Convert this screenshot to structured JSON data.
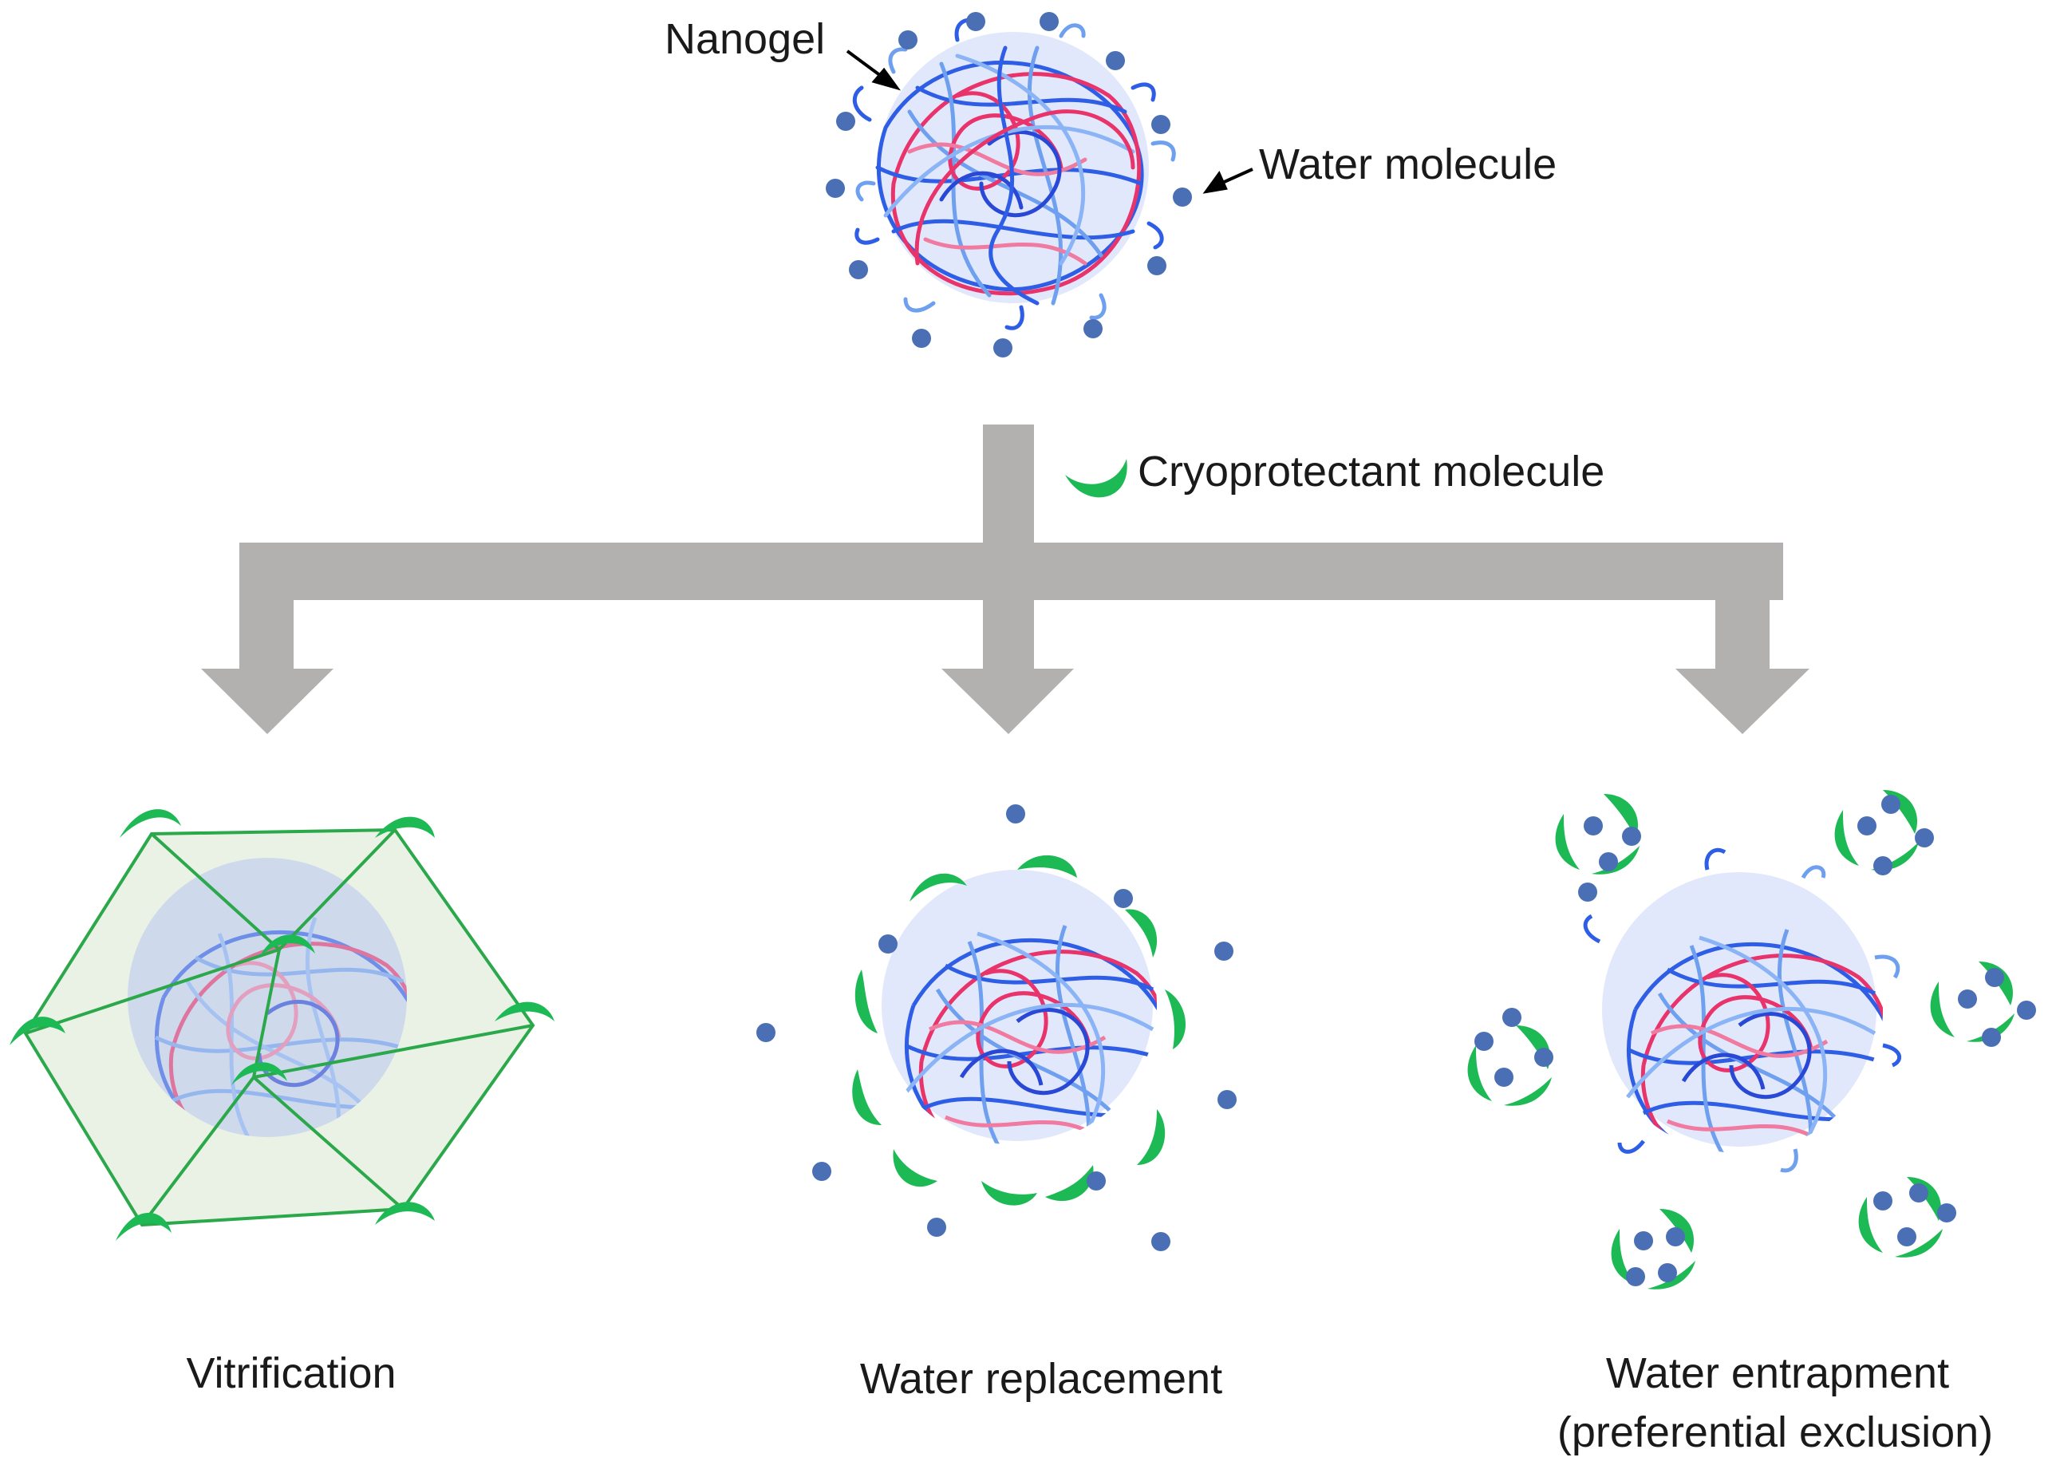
{
  "labels": {
    "nanogel": "Nanogel",
    "water_molecule": "Water molecule",
    "cryoprotectant": "Cryoprotectant molecule",
    "vitrification": "Vitrification",
    "water_replacement": "Water replacement",
    "water_entrapment_line1": "Water entrapment",
    "water_entrapment_line2": "(preferential exclusion)"
  },
  "colors": {
    "water": "#4a6fb5",
    "cryoprotectant": "#1db954",
    "arrow": "#b3b0b0",
    "polymer_a": "#2f5ee6",
    "polymer_b": "#e8336b",
    "polymer_c": "#6fa0f0",
    "cage_fill": "#eaf2e6",
    "cage_line": "#2aa84a"
  },
  "icons": [
    "nanogel-icon",
    "water-molecule-icon",
    "cryoprotectant-icon",
    "flow-arrow-icon"
  ]
}
